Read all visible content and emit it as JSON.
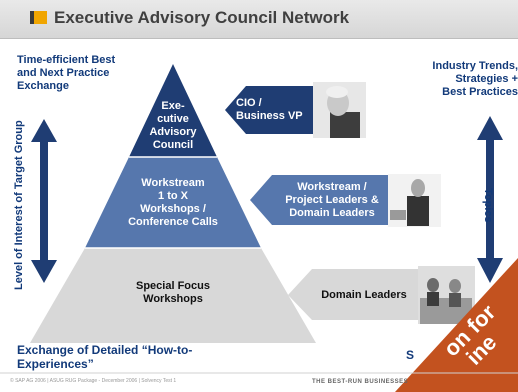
{
  "title": "Executive Advisory Council Network",
  "top_left_text": [
    "Time-efficient Best",
    "and Next Practice",
    "Exchange"
  ],
  "top_right_text": [
    "Industry Trends,",
    "Strategies +",
    "Best Practices"
  ],
  "left_axis_label": "Level of Interest of Target Group",
  "right_axis_label": "Topics",
  "pyramid": {
    "top": [
      "Exe-",
      "cutive",
      "Advisory",
      "Council"
    ],
    "middle": [
      "Workstream",
      "1 to X",
      "Workshops /",
      "Conference Calls"
    ],
    "bottom": [
      "Special Focus",
      "Workshops"
    ]
  },
  "roles": {
    "top": [
      "CIO /",
      "Business VP"
    ],
    "middle": [
      "Workstream /",
      "Project Leaders &",
      "Domain Leaders"
    ],
    "bottom": [
      "Domain Leaders"
    ]
  },
  "bottom_left_text": [
    "Exchange of Detailed “How-to-",
    "Experiences”"
  ],
  "bottom_right_partial": "S",
  "stamp_text": [
    "on for",
    "ine"
  ],
  "footer_left": "© SAP AG 2006 | ASUG RUG Package - December 2006 | Solvency Test 1",
  "footer_right": "THE BEST-RUN BUSINESSES",
  "colors": {
    "dark_blue": "#1f3d73",
    "mid_blue": "#5677ad",
    "light_gray": "#d8d8d8",
    "accent": "#f0a500",
    "text_blue": "#123a7a"
  }
}
